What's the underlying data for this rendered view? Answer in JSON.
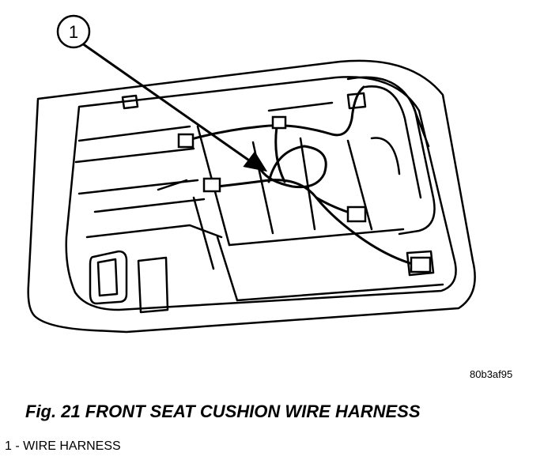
{
  "figure": {
    "callout": "1",
    "ref_code": "80b3af95",
    "caption": "Fig. 21 FRONT SEAT CUSHION WIRE HARNESS",
    "legend": [
      {
        "text": "1 - WIRE HARNESS"
      }
    ]
  }
}
